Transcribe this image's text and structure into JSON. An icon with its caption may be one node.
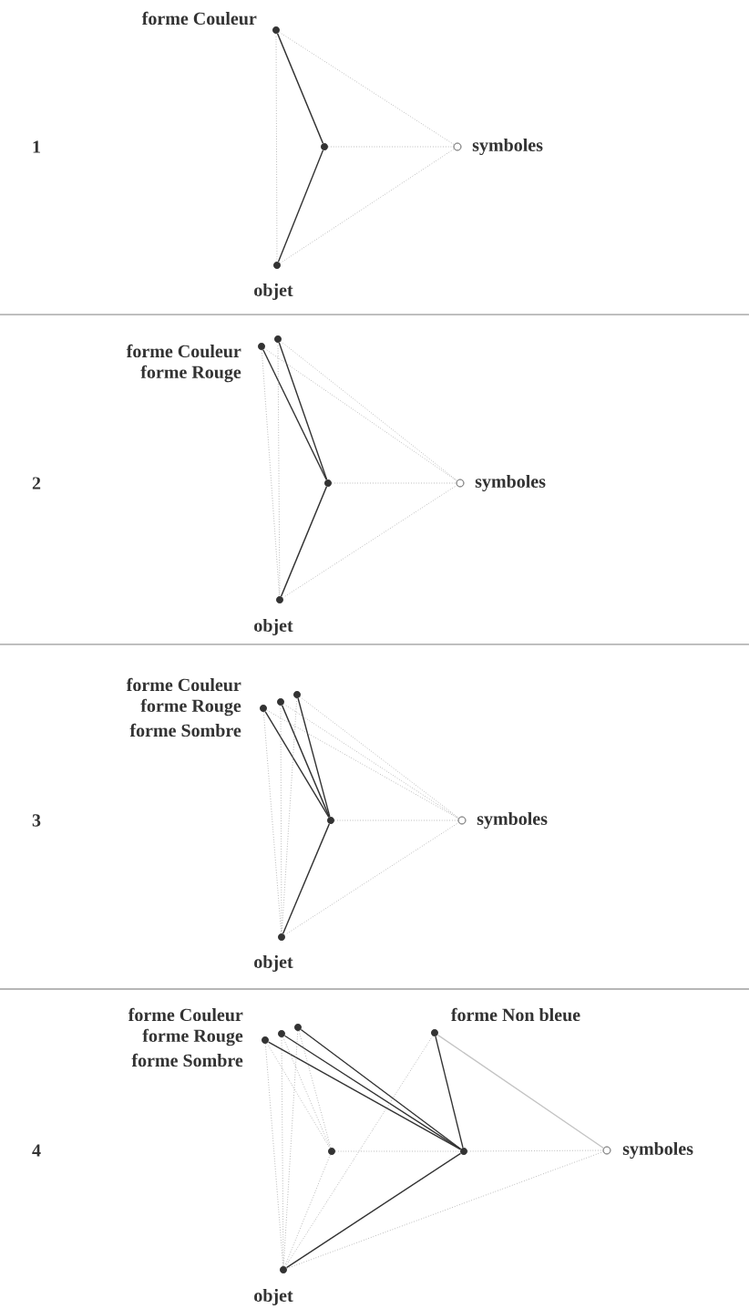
{
  "diagram": {
    "nodes": [
      {
        "text": [
          "forme Couleur"
        ]
      },
      {
        "text": [],
        "shape": "circle"
      },
      {
        "text": [
          "symboles"
        ]
      },
      {
        "text": [
          "objet"
        ]
      },
      {
        "text": [
          "forme Couleur"
        ]
      },
      {
        "text": [
          "forme Rouge"
        ]
      },
      {
        "text": [],
        "shape": "circle"
      },
      {
        "text": [
          "symboles"
        ]
      },
      {
        "text": [
          "objet"
        ]
      },
      {
        "text": [
          "forme Couleur"
        ]
      },
      {
        "text": [
          "forme Rouge"
        ]
      },
      {
        "text": [
          "forme Sombre"
        ]
      },
      {
        "text": [],
        "shape": "circle"
      },
      {
        "text": [
          "symboles"
        ]
      },
      {
        "text": [
          "objet"
        ]
      },
      {
        "text": [
          "forme Couleur"
        ]
      },
      {
        "text": [
          "forme Rouge"
        ]
      },
      {
        "text": [
          "forme Sombre"
        ]
      },
      {
        "text": [
          "forme Non bleue"
        ]
      },
      {
        "text": [],
        "shape": "circle"
      },
      {
        "text": [],
        "shape": "circle"
      },
      {
        "text": [
          "symboles"
        ]
      },
      {
        "text": [
          "objet"
        ]
      }
    ],
    "edges": [
      {
        "from": 0,
        "to": 1,
        "arrow": "none",
        "color": "#333333"
      },
      {
        "from": 1,
        "to": 3,
        "arrow": "none",
        "color": "#333333"
      },
      {
        "from": 0,
        "to": 2,
        "arrow": "none",
        "style": "dashed"
      },
      {
        "from": 1,
        "to": 2,
        "arrow": "none",
        "style": "dashed"
      },
      {
        "from": 3,
        "to": 2,
        "arrow": "none",
        "style": "dashed"
      },
      {
        "from": 0,
        "to": 3,
        "arrow": "none",
        "style": "dashed"
      },
      {
        "from": 4,
        "to": 6,
        "arrow": "none",
        "color": "#333333"
      },
      {
        "from": 5,
        "to": 6,
        "arrow": "none",
        "color": "#333333"
      },
      {
        "from": 6,
        "to": 8,
        "arrow": "none",
        "color": "#333333"
      },
      {
        "from": 4,
        "to": 7,
        "arrow": "none",
        "style": "dashed"
      },
      {
        "from": 5,
        "to": 7,
        "arrow": "none",
        "style": "dashed"
      },
      {
        "from": 6,
        "to": 7,
        "arrow": "none",
        "style": "dashed"
      },
      {
        "from": 8,
        "to": 7,
        "arrow": "none",
        "style": "dashed"
      },
      {
        "from": 4,
        "to": 8,
        "arrow": "none",
        "style": "dashed"
      },
      {
        "from": 5,
        "to": 8,
        "arrow": "none",
        "style": "dashed"
      },
      {
        "from": 9,
        "to": 12,
        "arrow": "none",
        "color": "#333333"
      },
      {
        "from": 10,
        "to": 12,
        "arrow": "none",
        "color": "#333333"
      },
      {
        "from": 11,
        "to": 12,
        "arrow": "none",
        "color": "#333333"
      },
      {
        "from": 12,
        "to": 14,
        "arrow": "none",
        "color": "#333333"
      },
      {
        "from": 9,
        "to": 13,
        "arrow": "none",
        "style": "dashed"
      },
      {
        "from": 10,
        "to": 13,
        "arrow": "none",
        "style": "dashed"
      },
      {
        "from": 11,
        "to": 13,
        "arrow": "none",
        "style": "dashed"
      },
      {
        "from": 12,
        "to": 13,
        "arrow": "none",
        "style": "dashed"
      },
      {
        "from": 14,
        "to": 13,
        "arrow": "none",
        "style": "dashed"
      },
      {
        "from": 9,
        "to": 14,
        "arrow": "none",
        "style": "dashed"
      },
      {
        "from": 10,
        "to": 14,
        "arrow": "none",
        "style": "dashed"
      },
      {
        "from": 11,
        "to": 14,
        "arrow": "none",
        "style": "dashed"
      },
      {
        "from": 15,
        "to": 20,
        "arrow": "none",
        "color": "#333333"
      },
      {
        "from": 16,
        "to": 20,
        "arrow": "none",
        "color": "#333333"
      },
      {
        "from": 17,
        "to": 20,
        "arrow": "none",
        "color": "#333333"
      },
      {
        "from": 18,
        "to": 20,
        "arrow": "none",
        "color": "#333333"
      },
      {
        "from": 20,
        "to": 22,
        "arrow": "none",
        "color": "#333333"
      },
      {
        "from": 15,
        "to": 19,
        "arrow": "none",
        "style": "dashed"
      },
      {
        "from": 16,
        "to": 19,
        "arrow": "none",
        "style": "dashed"
      },
      {
        "from": 17,
        "to": 19,
        "arrow": "none",
        "style": "dashed"
      },
      {
        "from": 15,
        "to": 22,
        "arrow": "none",
        "style": "dashed"
      },
      {
        "from": 16,
        "to": 22,
        "arrow": "none",
        "style": "dashed"
      },
      {
        "from": 17,
        "to": 22,
        "arrow": "none",
        "style": "dashed"
      },
      {
        "from": 19,
        "to": 20,
        "arrow": "none",
        "style": "dashed"
      },
      {
        "from": 20,
        "to": 21,
        "arrow": "none",
        "style": "dashed"
      },
      {
        "from": 18,
        "to": 21,
        "arrow": "none",
        "color": "#c4c4c4"
      },
      {
        "from": 18,
        "to": 22,
        "arrow": "none",
        "style": "dashed"
      },
      {
        "from": 19,
        "to": 22,
        "arrow": "none",
        "style": "dashed"
      },
      {
        "from": 22,
        "to": 21,
        "arrow": "none",
        "style": "dashed"
      }
    ],
    "labels": [
      "1",
      "2",
      "3",
      "4"
    ]
  }
}
